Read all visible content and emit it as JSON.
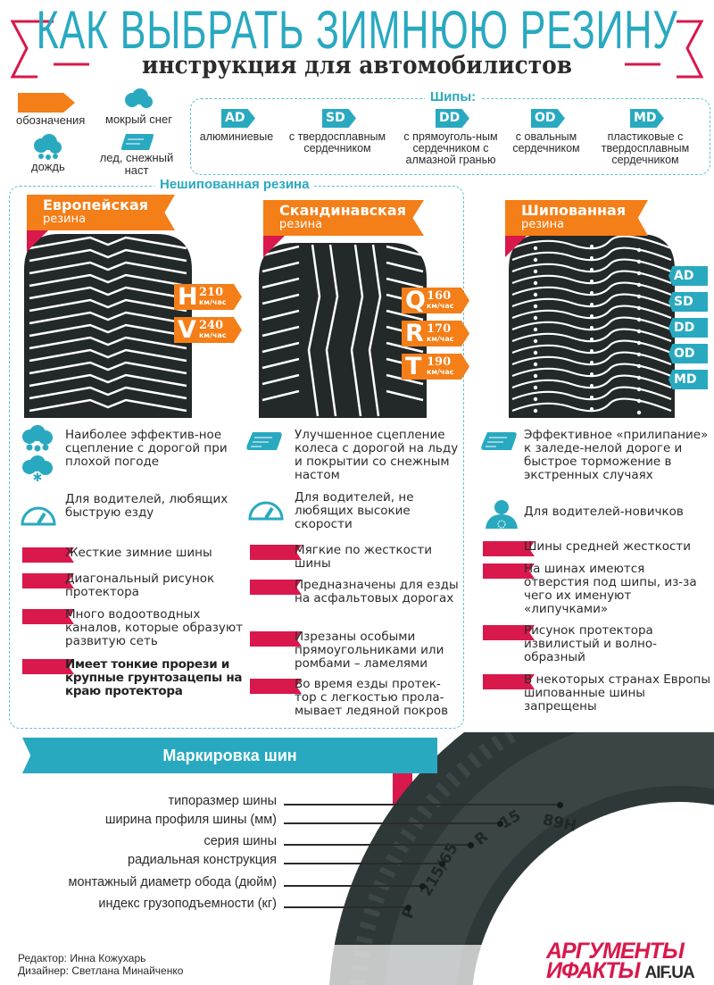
{
  "header": {
    "title": "КАК ВЫБРАТЬ ЗИМНЮЮ РЕЗИНУ",
    "subtitle": "инструкция для автомобилистов"
  },
  "legend": {
    "designations": "обозначения",
    "wet_snow": "мокрый снег",
    "rain": "дождь",
    "ice": "лед, снежный наст"
  },
  "spikes": {
    "title": "Шипы:",
    "items": [
      {
        "code": "AD",
        "label": "алюминиевые"
      },
      {
        "code": "SD",
        "label": "с твердосплавным сердечником"
      },
      {
        "code": "DD",
        "label": "с прямоуголь-ным сердечником с алмазной гранью"
      },
      {
        "code": "OD",
        "label": "с овальным сердечником"
      },
      {
        "code": "MD",
        "label": "пластиковые с твердосплавным сердечником"
      }
    ]
  },
  "unstudded_title": "Нешипованная резина",
  "tires": [
    {
      "name": "Европейская",
      "sub": "резина",
      "speeds": [
        {
          "letter": "H",
          "value": "210",
          "unit": "км/час"
        },
        {
          "letter": "V",
          "value": "240",
          "unit": "км/час"
        }
      ],
      "features": [
        "Наиболее эффектив-ное сцепление с дорогой при плохой погоде",
        "Для водителей, любящих быструю езду"
      ],
      "points": [
        "Жесткие зимние шины",
        "Диагональный рисунок протектора",
        "Много водоотводных каналов, которые образуют развитую сеть",
        "Имеет тонкие прорези и крупные грунтозацепы на краю протектора"
      ]
    },
    {
      "name": "Скандинавская",
      "sub": "резина",
      "speeds": [
        {
          "letter": "Q",
          "value": "160",
          "unit": "км/час"
        },
        {
          "letter": "R",
          "value": "170",
          "unit": "км/час"
        },
        {
          "letter": "T",
          "value": "190",
          "unit": "км/час"
        }
      ],
      "features": [
        "Улучшенное сцепление колеса с дорогой на льду и покрытии со снежным настом",
        "Для водителей, не любящих высокие скорости"
      ],
      "points": [
        "Мягкие по жесткости шины",
        "Предназначены для езды на асфальтовых дорогах",
        "Изрезаны особыми прямоугольниками или ромбами – ламелями",
        "Во время езды протек-тор с легкостью прола-мывает ледяной покров"
      ]
    },
    {
      "name": "Шипованная",
      "sub": "резина",
      "studs": [
        "AD",
        "SD",
        "DD",
        "OD",
        "MD"
      ],
      "features": [
        "Эффективное «прилипание» к заледе-нелой дороге и быстрое торможение в экстренных случаях",
        "Для водителей-новичков"
      ],
      "points": [
        "Шины средней жесткости",
        "На шинах имеются отверстия под шипы, из-за чего их именуют «липучками»",
        "Рисунок протектора извилистый и волно-образный",
        "В некоторых странах Европы шипованные шины запрещены"
      ]
    }
  ],
  "marking": {
    "title": "Маркировка шин",
    "labels": [
      "типоразмер шины",
      "ширина профиля шины (мм)",
      "серия шины",
      "радиальная конструкция",
      "монтажный диаметр обода (дюйм)",
      "индекс грузоподъемности (кг)"
    ],
    "tire_text": [
      "P",
      "215/65",
      "R",
      "15",
      "89H"
    ]
  },
  "credits": {
    "editor": "Редактор: Инна Кожухарь",
    "designer": "Дизайнер: Светлана Минайченко"
  },
  "logo": {
    "line1": "АРГУМЕНТЫ",
    "line2": "ИФАКТЫ",
    "site": "AIF.UA"
  },
  "colors": {
    "teal": "#29a9c0",
    "orange": "#f47e17",
    "red": "#d9184b",
    "dark": "#2b2b2b"
  }
}
